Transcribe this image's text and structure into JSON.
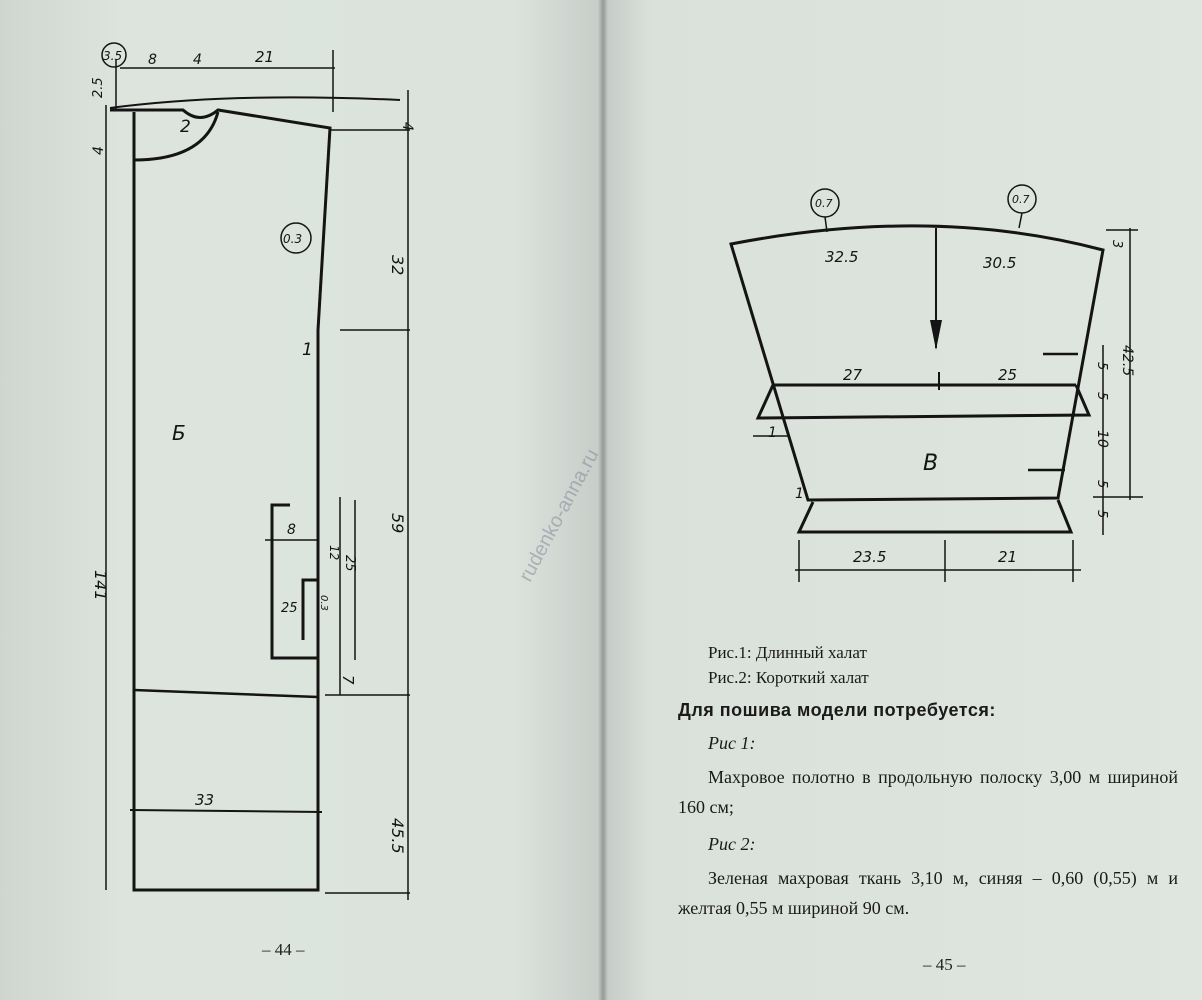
{
  "left_page": {
    "page_number": "– 44 –",
    "pattern_label": "Б",
    "dims": {
      "top_circle": "3.5",
      "d8": "8",
      "d4": "4",
      "d21": "21",
      "d25": "2.5",
      "neck_point": "2",
      "d4_left": "4",
      "d4_right": "4",
      "circle_03": "0.3",
      "d32": "32",
      "mark1": "1",
      "d141": "141",
      "d59": "59",
      "pocket8": "8",
      "d12": "12",
      "d25b": "25",
      "d03": "0.3",
      "d25c": "25",
      "d7": "7",
      "d33": "33",
      "d455": "45.5"
    }
  },
  "right_page": {
    "page_number": "– 45 –",
    "pattern_label": "В",
    "dims": {
      "circle_left": "0.7",
      "circle_right": "0.7",
      "d325": "32.5",
      "d305": "30.5",
      "d3": "3",
      "d27": "27",
      "d25": "25",
      "d5a": "5",
      "d5b": "5",
      "d425": "42.5",
      "d1a": "1",
      "d10": "10",
      "d1b": "1",
      "d5c": "5",
      "d5d": "5",
      "d235": "23.5",
      "d21": "21"
    },
    "caption1": "Рис.1: Длинный халат",
    "caption2": "Рис.2: Короткий халат",
    "heading": "Для пошива модели потребуется:",
    "fig1_label": "Рис 1:",
    "fig1_text": "Махровое полотно в продольную полоску 3,00 м шириной 160 см;",
    "fig2_label": "Рис 2:",
    "fig2_text": "Зеленая махровая ткань 3,10 м, синяя – 0,60 (0,55) м и желтая 0,55 м шириной 90 см."
  },
  "watermark": "rudenko-anna.ru"
}
